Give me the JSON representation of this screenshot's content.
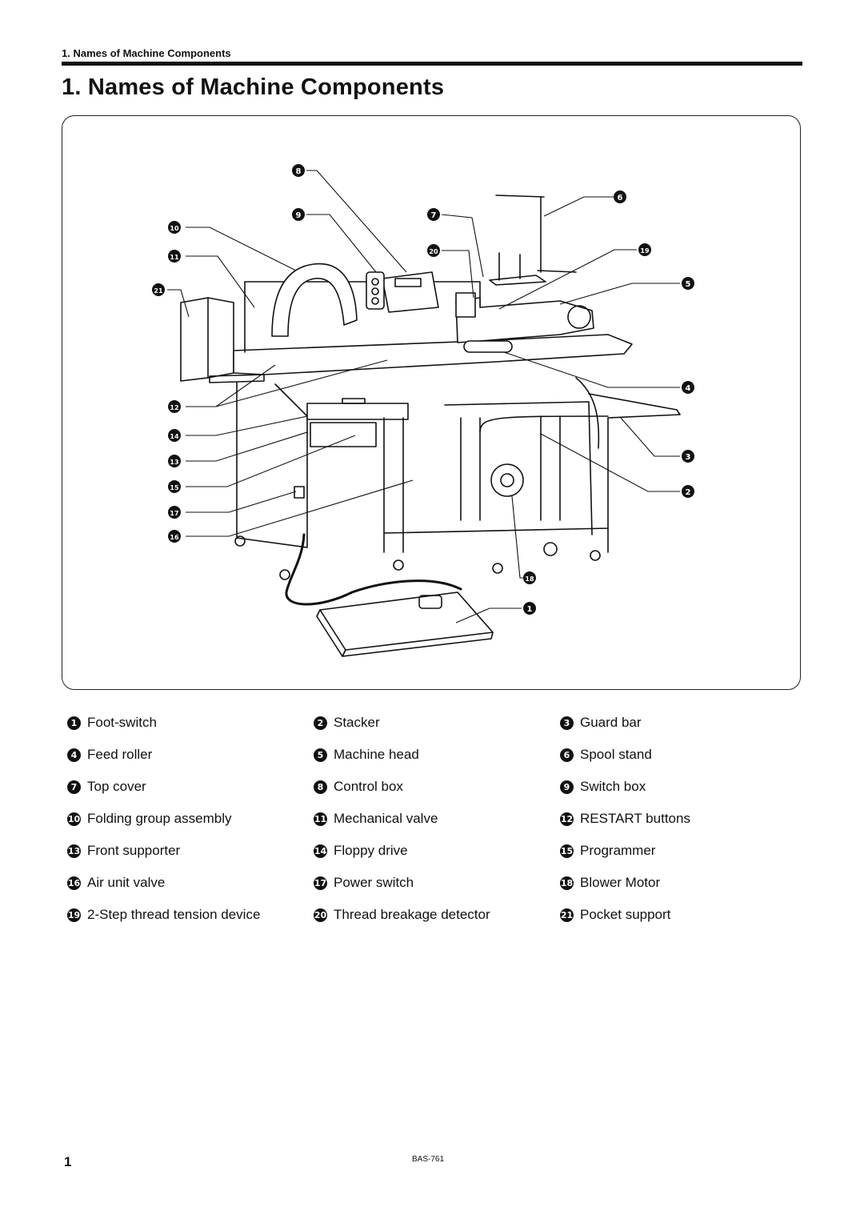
{
  "header": {
    "running_title": "1. Names of Machine Components"
  },
  "title": "1. Names of Machine Components",
  "figure": {
    "callouts": [
      "1",
      "2",
      "3",
      "4",
      "5",
      "6",
      "7",
      "8",
      "9",
      "10",
      "11",
      "12",
      "13",
      "14",
      "15",
      "16",
      "17",
      "18",
      "19",
      "20",
      "21"
    ]
  },
  "legend": [
    {
      "num": "1",
      "label": "Foot-switch"
    },
    {
      "num": "2",
      "label": "Stacker"
    },
    {
      "num": "3",
      "label": "Guard bar"
    },
    {
      "num": "4",
      "label": "Feed roller"
    },
    {
      "num": "5",
      "label": "Machine head"
    },
    {
      "num": "6",
      "label": "Spool stand"
    },
    {
      "num": "7",
      "label": "Top cover"
    },
    {
      "num": "8",
      "label": "Control box"
    },
    {
      "num": "9",
      "label": "Switch box"
    },
    {
      "num": "10",
      "label": "Folding group assembly"
    },
    {
      "num": "11",
      "label": "Mechanical valve"
    },
    {
      "num": "12",
      "label": "RESTART buttons"
    },
    {
      "num": "13",
      "label": "Front supporter"
    },
    {
      "num": "14",
      "label": "Floppy drive"
    },
    {
      "num": "15",
      "label": "Programmer"
    },
    {
      "num": "16",
      "label": "Air unit valve"
    },
    {
      "num": "17",
      "label": "Power switch"
    },
    {
      "num": "18",
      "label": "Blower Motor"
    },
    {
      "num": "19",
      "label": "2-Step thread tension device"
    },
    {
      "num": "20",
      "label": "Thread breakage detector"
    },
    {
      "num": "21",
      "label": "Pocket support"
    }
  ],
  "footer": {
    "page_number": "1",
    "doc_code": "BAS-761"
  }
}
